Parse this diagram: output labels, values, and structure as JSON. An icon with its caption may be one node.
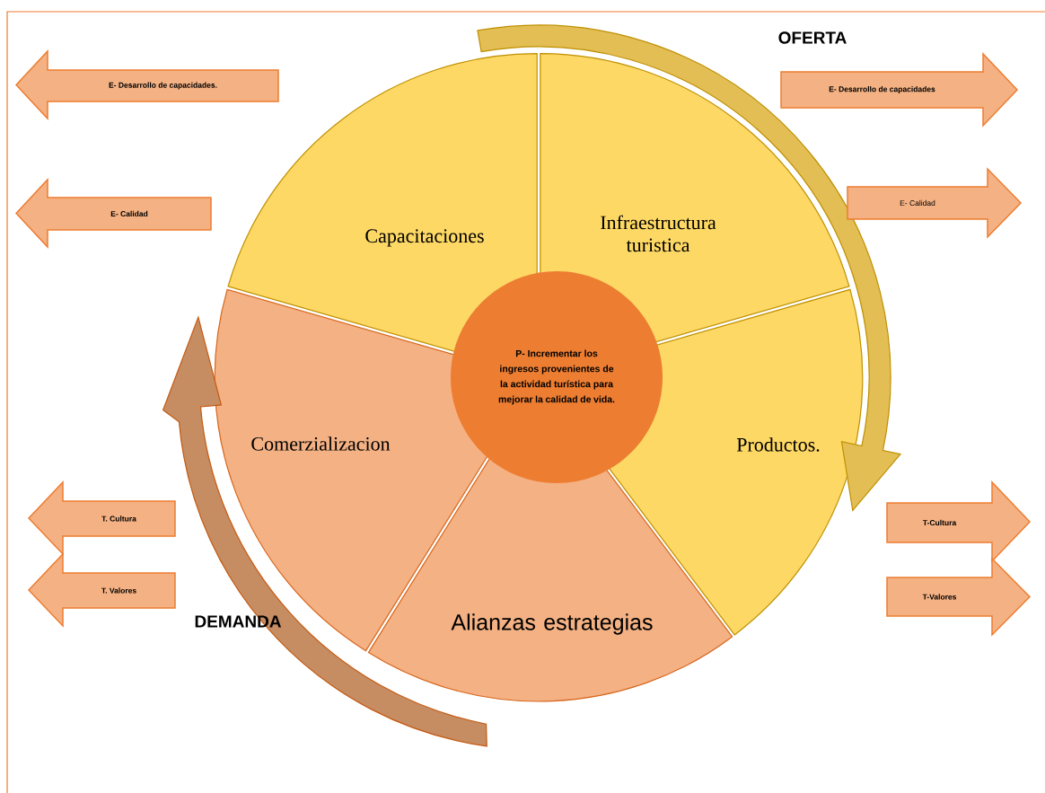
{
  "diagram": {
    "nodes": [
      {
        "text": [
          "E- Desarrollo de capacidades."
        ]
      },
      {
        "text": [
          "E- Desarrollo de capacidades"
        ]
      },
      {
        "text": [
          "E- Calidad"
        ]
      },
      {
        "text": [
          "E- Calidad"
        ]
      },
      {
        "text": [
          "Capacitaciones"
        ]
      },
      {
        "text": [
          "Infraestructura turistica"
        ]
      },
      {
        "text": [
          "P- Incrementar los ingresos provenientes de la actividad turística para mejorar la calidad de vida."
        ]
      },
      {
        "text": [
          "Comerzializacion"
        ]
      },
      {
        "text": [
          "Productos."
        ]
      },
      {
        "text": [
          "T. Cultura"
        ]
      },
      {
        "text": [
          "T-Cultura"
        ]
      },
      {
        "text": [
          "T. Valores"
        ]
      },
      {
        "text": [
          "T-Valores"
        ]
      },
      {
        "text": [
          "Alianzas estrategias"
        ]
      }
    ],
    "labels": [
      "OFERTA",
      "DEMANDA"
    ]
  }
}
